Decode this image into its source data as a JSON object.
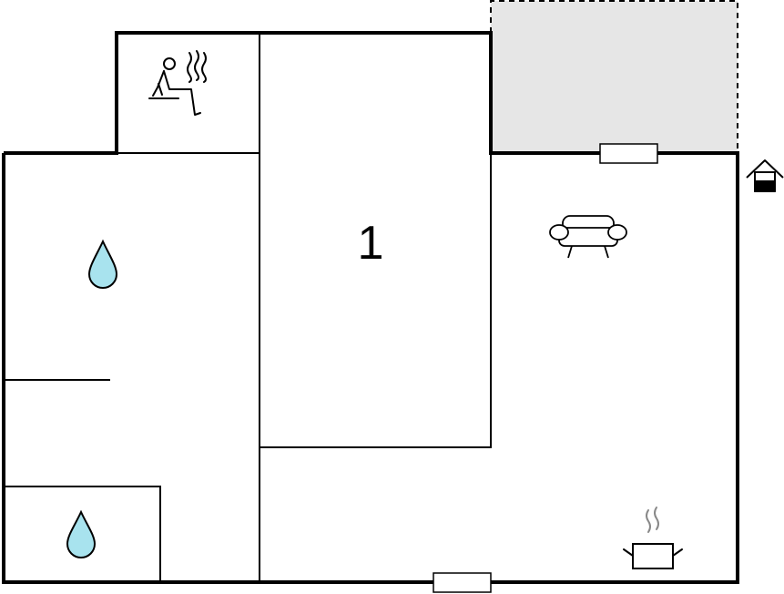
{
  "floor_plan": {
    "room_label": "1",
    "colors": {
      "wall": "#000000",
      "terrace_fill": "#e6e6e6",
      "water_drop": "#a8e3ee",
      "background": "#ffffff"
    },
    "icons": {
      "sauna": "sauna-icon",
      "shower_main": "water-drop-icon",
      "shower_small": "water-drop-icon",
      "living": "sofa-icon",
      "kitchen": "cooking-pot-icon",
      "entrance": "entrance-house-icon",
      "window_top": "window",
      "window_bottom": "window"
    }
  }
}
